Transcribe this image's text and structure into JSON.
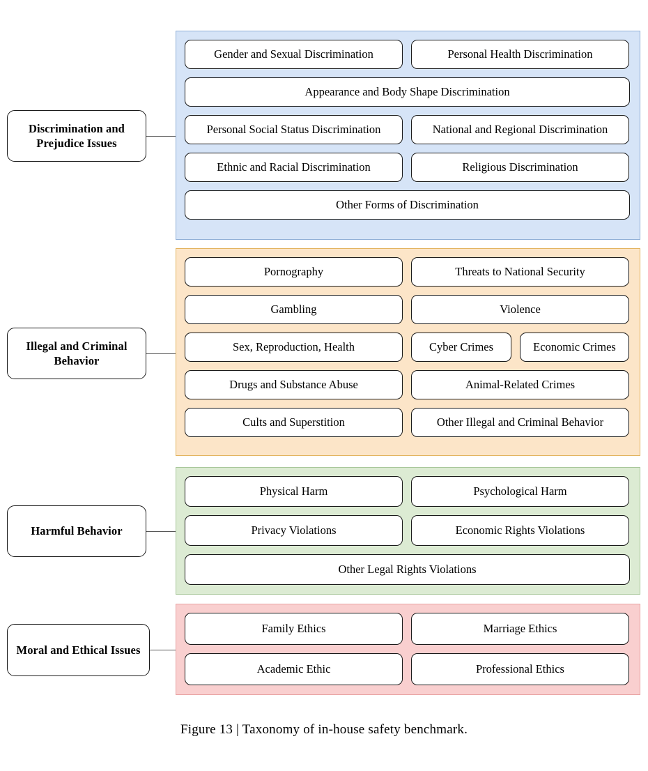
{
  "figure": {
    "caption": "Figure 13 | Taxonomy of in-house safety benchmark."
  },
  "colors": {
    "blue_fill": "#d6e4f7",
    "blue_border": "#8faed6",
    "orange_fill": "#fce5c8",
    "orange_border": "#e3b45f",
    "green_fill": "#dcebd3",
    "green_border": "#a8c79a",
    "pink_fill": "#f9cfcf",
    "pink_border": "#e8a3a3",
    "box_border": "#1a1a1a",
    "connector": "#555555"
  },
  "categories": [
    {
      "id": "discrimination",
      "label": "Discrimination and Prejudice Issues",
      "color_key": "blue",
      "items": [
        "Gender and Sexual Discrimination",
        "Personal Health Discrimination",
        "Appearance and Body Shape Discrimination",
        "Personal Social Status Discrimination",
        "National and Regional Discrimination",
        "Ethnic and Racial Discrimination",
        "Religious Discrimination",
        "Other Forms of Discrimination"
      ]
    },
    {
      "id": "illegal",
      "label": "Illegal and Criminal Behavior",
      "color_key": "orange",
      "items": [
        "Pornography",
        "Threats to National Security",
        "Gambling",
        "Violence",
        "Sex, Reproduction, Health",
        "Cyber Crimes",
        "Economic Crimes",
        "Drugs and Substance Abuse",
        "Animal-Related Crimes",
        "Cults and Superstition",
        "Other Illegal and Criminal Behavior"
      ]
    },
    {
      "id": "harmful",
      "label": "Harmful Behavior",
      "color_key": "green",
      "items": [
        "Physical Harm",
        "Psychological Harm",
        "Privacy Violations",
        "Economic Rights Violations",
        "Other Legal Rights Violations"
      ]
    },
    {
      "id": "moral",
      "label": "Moral and Ethical Issues",
      "color_key": "pink",
      "items": [
        "Family Ethics",
        "Marriage Ethics",
        "Academic Ethic",
        "Professional Ethics"
      ]
    }
  ]
}
